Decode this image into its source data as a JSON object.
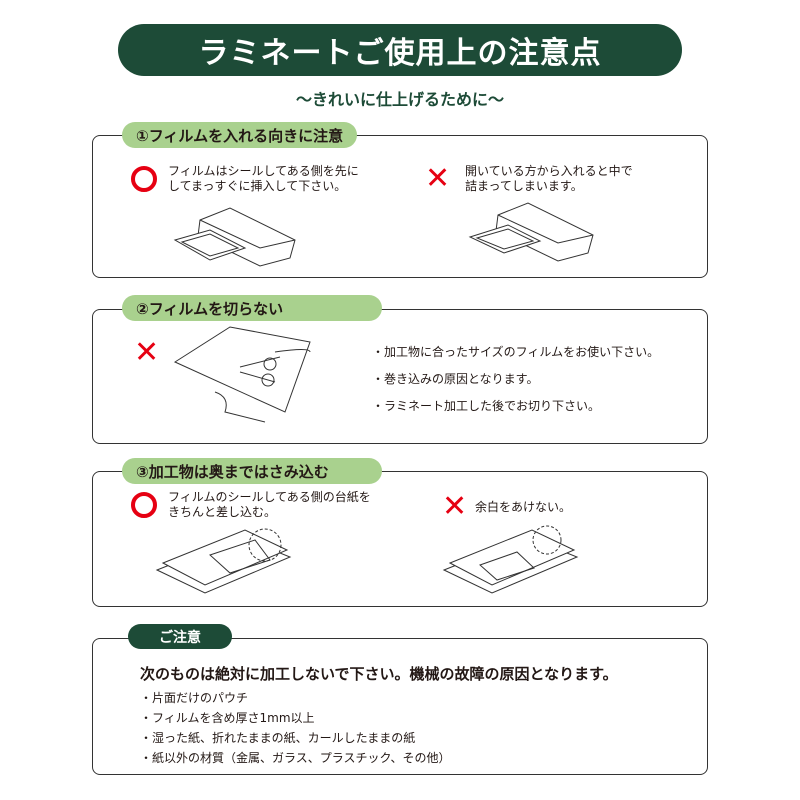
{
  "title": "ラミネートご使用上の注意点",
  "subtitle": "〜きれいに仕上げるために〜",
  "sections": [
    {
      "label": "①フィルムを入れる向きに注意",
      "ok_text": [
        "フィルムはシールしてある側を先に",
        "してまっすぐに挿入して下さい。"
      ],
      "ng_text": [
        "開いている方から入れると中で",
        "詰まってしまいます。"
      ]
    },
    {
      "label": "②フィルムを切らない",
      "bullets": [
        "・加工物に合ったサイズのフィルムをお使い下さい。",
        "・巻き込みの原因となります。",
        "・ラミネート加工した後でお切り下さい。"
      ]
    },
    {
      "label": "③加工物は奥まではさみ込む",
      "ok_text": [
        "フィルムのシールしてある側の台紙を",
        "きちんと差し込む。"
      ],
      "ng_text": [
        "余白をあけない。"
      ]
    },
    {
      "label": "ご注意",
      "lead": "次のものは絶対に加工しないで下さい。機械の故障の原因となります。",
      "bullets": [
        "・片面だけのパウチ",
        "・フィルムを含め厚さ1mm以上",
        "・湿った紙、折れたままの紙、カールしたままの紙",
        "・紙以外の材質（金属、ガラス、プラスチック、その他）"
      ]
    }
  ],
  "colors": {
    "dark_green": "#1d4b37",
    "light_green": "#a9d18e",
    "red": "#e60012"
  }
}
